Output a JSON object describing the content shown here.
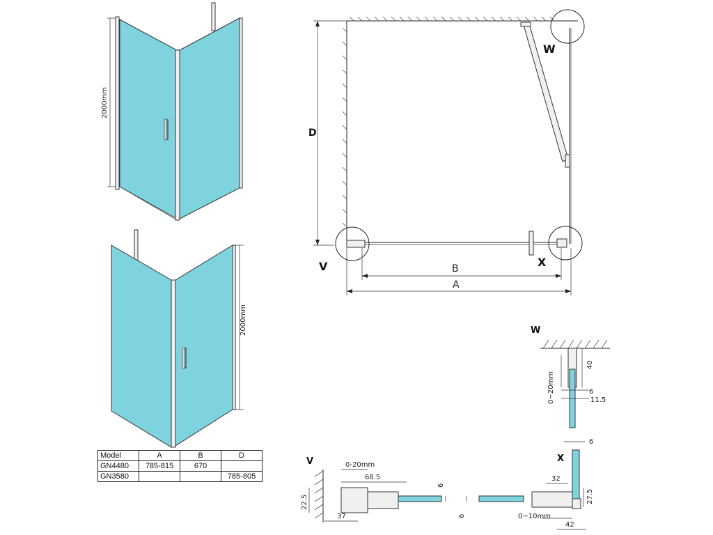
{
  "views": {
    "upper_height": "2000mm",
    "lower_height": "2000mm"
  },
  "plan": {
    "dim_d": "D",
    "dim_b": "B",
    "dim_a": "A",
    "label_w": "W",
    "label_v": "V",
    "label_x": "X"
  },
  "detail_w": {
    "title": "W",
    "dims": [
      "40",
      "0~20mm",
      "6",
      "11.5"
    ]
  },
  "detail_v": {
    "title": "V",
    "dims": [
      "0-20mm",
      "68.5",
      "6",
      "22.5",
      "37"
    ]
  },
  "detail_mid": {
    "dims": [
      "6"
    ]
  },
  "detail_x": {
    "title": "X",
    "dims": [
      "6",
      "32",
      "27.5",
      "0~10mm",
      "42"
    ]
  },
  "table": {
    "headers": [
      "Model",
      "A",
      "B",
      "D"
    ],
    "rows": [
      [
        "GN4480",
        "785-815",
        "670",
        ""
      ],
      [
        "GN3580",
        "",
        "",
        "785-805"
      ]
    ]
  }
}
